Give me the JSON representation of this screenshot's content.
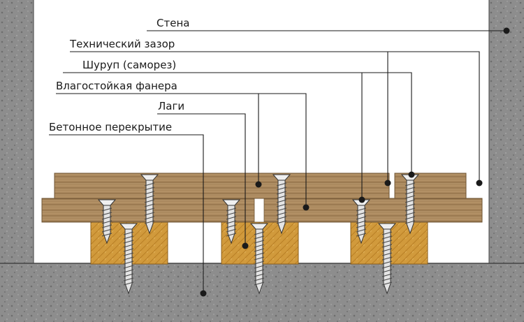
{
  "labels": {
    "wall": "Стена",
    "gap": "Технический зазор",
    "screw": "Шуруп (саморез)",
    "plywood": "Влагостойкая фанера",
    "joists": "Лаги",
    "concrete": "Бетонное перекрытие"
  },
  "colors": {
    "concrete": "#8a8a8a",
    "wood": "#a8865b",
    "joist": "#d29a3a",
    "screw": "#e2e2e2",
    "leader": "#1a1a1a"
  }
}
